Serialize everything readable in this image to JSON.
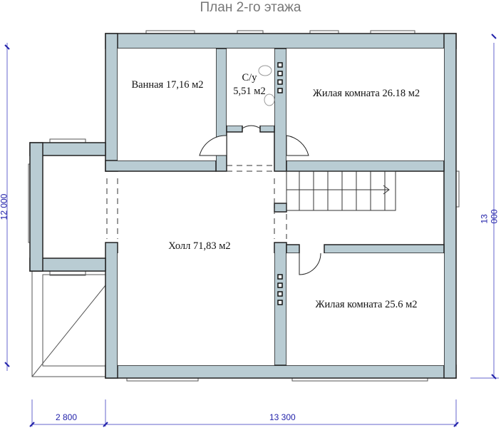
{
  "title": "План 2-го этажа",
  "rooms": {
    "bath": "Ванная 17,16 м2",
    "wc_name": "С/у",
    "wc_area": "5,51 м2",
    "living1": "Жилая комната 26.18 м2",
    "hall": "Холл 71,83 м2",
    "living2": "Жилая комната 25.6 м2"
  },
  "dimensions": {
    "bottom_left": "2 800",
    "bottom_main": "13 300",
    "left": "12 000",
    "right": "13 000"
  },
  "colors": {
    "wall": "#b9ccd3",
    "dim": "#2222aa"
  }
}
